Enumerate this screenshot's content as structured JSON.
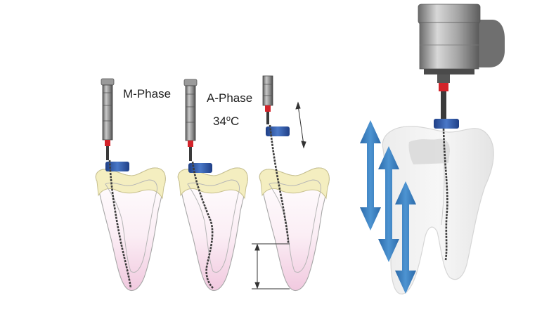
{
  "labels": {
    "m_phase": "M-Phase",
    "a_phase": "A-Phase",
    "temp_value": "34",
    "temp_degree": "o",
    "temp_unit": "C"
  },
  "colors": {
    "gold_crown": "#f4eec0",
    "root_pink": "#f3d2e4",
    "stopper_blue": "#2f5aa8",
    "band_red": "#d3232a",
    "arrow_blue": "#3c80be",
    "handle_grey": "#8a8a8a"
  },
  "icons": [
    "up-down-arrow-icon",
    "endodontic-file-icon",
    "handpiece-icon",
    "tooth-icon"
  ]
}
